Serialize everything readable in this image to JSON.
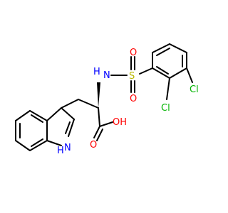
{
  "molecule": {
    "atoms": {
      "nh_amine": "H",
      "n_amine": "N",
      "sulfur": "S",
      "o_sulfonyl_top": "O",
      "o_sulfonyl_bottom": "O",
      "cl_ortho": "Cl",
      "cl_meta": "Cl",
      "carbonyl_o": "O",
      "hydroxyl": "OH",
      "indole_n": "N",
      "indole_h": "H"
    },
    "colors": {
      "bond": "#000000",
      "nitrogen": "#0000ff",
      "oxygen": "#ff0000",
      "sulfur": "#b8b800",
      "chlorine": "#00b400"
    }
  }
}
